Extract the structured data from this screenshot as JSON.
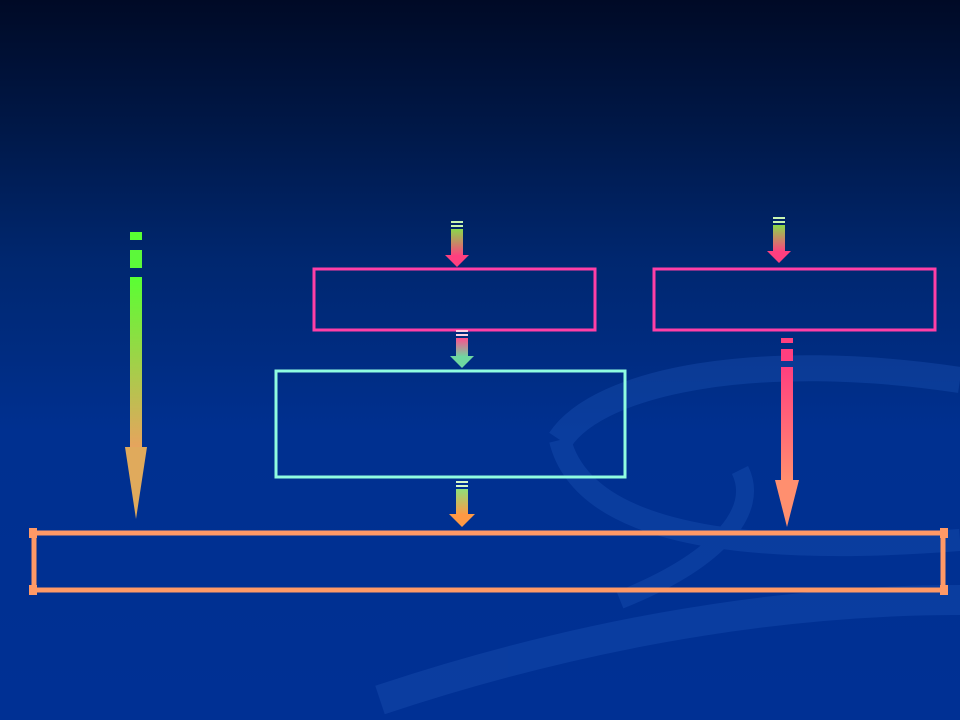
{
  "slide": {
    "title": "",
    "boxes": [
      {
        "id": "top-left-box",
        "label": "",
        "border_color": "#ff3fa6"
      },
      {
        "id": "top-right-box",
        "label": "",
        "border_color": "#ff3fa6"
      },
      {
        "id": "middle-box",
        "label": "",
        "border_color": "#8ffce0"
      },
      {
        "id": "bottom-bar",
        "label": "",
        "border_color": "#ff9966"
      }
    ],
    "colors": {
      "background_top": "#000a26",
      "background_bottom": "#003094",
      "arrow_green": "#59ff33",
      "arrow_tan": "#e0aa5c",
      "arrow_pink": "#ff3f7f",
      "swirl": "#1a4fb0"
    }
  }
}
